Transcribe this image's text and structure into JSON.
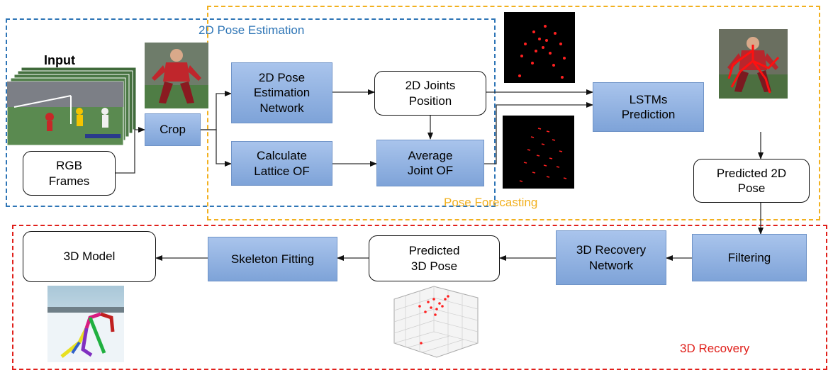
{
  "regions": {
    "pose_estimation": {
      "label": "2D Pose Estimation",
      "color": "#2e75b6"
    },
    "pose_forecasting": {
      "label": "Pose Forecasting",
      "color": "#f2b01e"
    },
    "recovery": {
      "label": "3D Recovery",
      "color": "#e0201b"
    }
  },
  "labels": {
    "input": "Input"
  },
  "nodes": {
    "rgb_frames": "RGB\nFrames",
    "crop": "Crop",
    "pose_network": "2D Pose\nEstimation\nNetwork",
    "joints_position": "2D Joints\nPosition",
    "lattice_of": "Calculate\nLattice OF",
    "average_of": "Average\nJoint OF",
    "lstms": "LSTMs\nPrediction",
    "predicted_2d": "Predicted 2D\nPose",
    "filtering": "Filtering",
    "recovery_network": "3D Recovery\nNetwork",
    "predicted_3d": "Predicted\n3D Pose",
    "skeleton_fitting": "Skeleton Fitting",
    "model_3d": "3D Model"
  },
  "colors": {
    "box_fill": "#8fb0e0",
    "box_border": "#6f93c7",
    "heatmap_dot": "#ff2020"
  },
  "edges": [
    [
      "rgb_frames",
      "crop"
    ],
    [
      "crop",
      "pose_network"
    ],
    [
      "crop",
      "lattice_of"
    ],
    [
      "pose_network",
      "joints_position"
    ],
    [
      "joints_position",
      "average_of"
    ],
    [
      "lattice_of",
      "average_of"
    ],
    [
      "joints_position",
      "lstms"
    ],
    [
      "average_of",
      "lstms"
    ],
    [
      "lstms",
      "predicted_2d"
    ],
    [
      "predicted_2d",
      "filtering"
    ],
    [
      "filtering",
      "recovery_network"
    ],
    [
      "recovery_network",
      "predicted_3d"
    ],
    [
      "predicted_3d",
      "skeleton_fitting"
    ],
    [
      "skeleton_fitting",
      "model_3d"
    ]
  ]
}
